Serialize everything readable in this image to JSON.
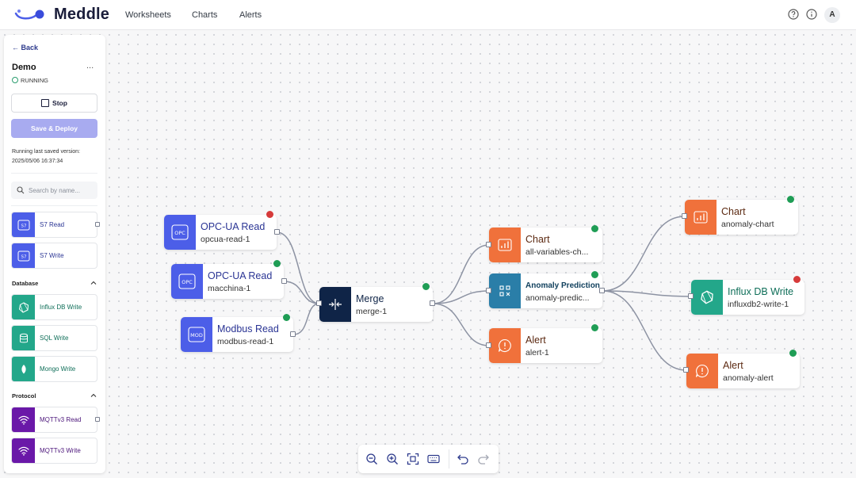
{
  "app": {
    "brand": "Meddle"
  },
  "nav": {
    "items": [
      "Worksheets",
      "Charts",
      "Alerts"
    ],
    "avatar": "A"
  },
  "sidebar": {
    "back": "Back",
    "title": "Demo",
    "menu": "...",
    "status": "RUNNING",
    "stop_label": "Stop",
    "deploy_label": "Save & Deploy",
    "note": "Running last saved version: 2025/05/06 16:37:34",
    "search_placeholder": "Search by name...",
    "items": {
      "s7read": "S7 Read",
      "s7write": "S7 Write",
      "influx": "Influx DB Write",
      "sql": "SQL Write",
      "mongo": "Mongo Write",
      "mqttread": "MQTTv3 Read",
      "mqttwrite": "MQTTv3 Write"
    },
    "sections": {
      "database": "Database",
      "protocol": "Protocol"
    }
  },
  "nodes": {
    "opcua1": {
      "title": "OPC-UA Read",
      "sub": "opcua-read-1",
      "status": "error"
    },
    "opcua2": {
      "title": "OPC-UA Read",
      "sub": "macchina-1",
      "status": "ok"
    },
    "modbus": {
      "title": "Modbus Read",
      "sub": "modbus-read-1",
      "status": "ok"
    },
    "merge": {
      "title": "Merge",
      "sub": "merge-1",
      "status": "ok"
    },
    "chart1": {
      "title": "Chart",
      "sub": "all-variables-ch...",
      "status": "ok"
    },
    "anomaly": {
      "title": "Anomaly Prediction",
      "sub": "anomaly-predic...",
      "status": "ok"
    },
    "alert1": {
      "title": "Alert",
      "sub": "alert-1",
      "status": "ok"
    },
    "chart2": {
      "title": "Chart",
      "sub": "anomaly-chart",
      "status": "ok"
    },
    "influx": {
      "title": "Influx DB Write",
      "sub": "influxdb2-write-1",
      "status": "error"
    },
    "alert2": {
      "title": "Alert",
      "sub": "anomaly-alert",
      "status": "ok"
    }
  },
  "icons": {
    "opc": "OPC",
    "mod": "MOD",
    "s7": "S7"
  },
  "colors": {
    "status_ok": "#1f9d55",
    "status_error": "#d63a3a",
    "opc": "#4c5ee8",
    "merge": "#0f2447",
    "chart_alert": "#f0713b",
    "database": "#23a78a",
    "anomaly": "#2a7ea8",
    "mqtt": "#6a18a8"
  }
}
